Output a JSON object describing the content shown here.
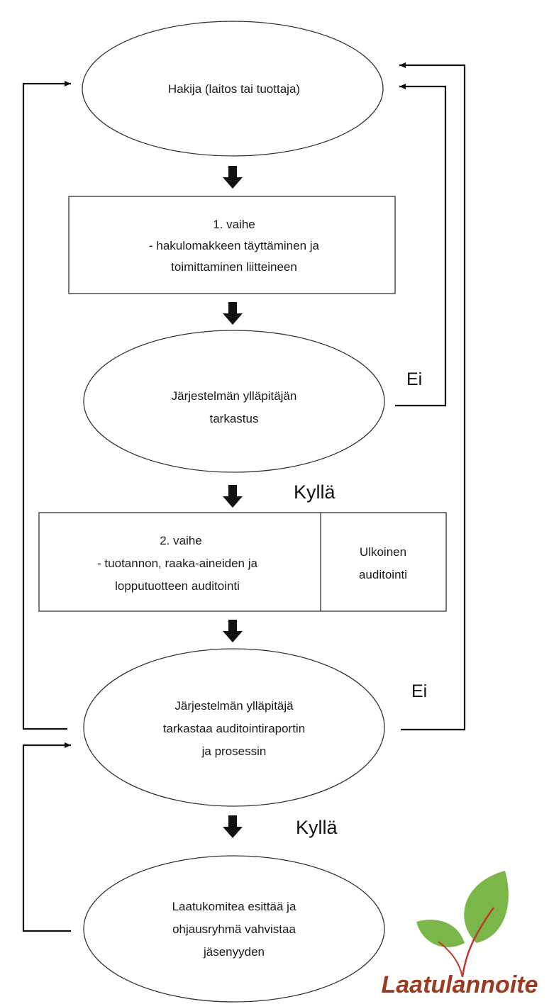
{
  "nodes": {
    "hakija": {
      "text": "Hakija (laitos tai tuottaja)"
    },
    "step1": {
      "lines": [
        "1.  vaihe",
        "-    hakulomakkeen täyttäminen ja",
        "toimittaminen liitteineen"
      ]
    },
    "tarkastus": {
      "lines": [
        "Järjestelmän ylläpitäjän",
        "tarkastus"
      ]
    },
    "step2": {
      "lines": [
        "2. vaihe",
        "-    tuotannon, raaka-aineiden ja",
        "lopputuotteen auditointi"
      ]
    },
    "ulkoinen": {
      "lines": [
        "Ulkoinen",
        "auditointi"
      ]
    },
    "raportti": {
      "lines": [
        "Järjestelmän ylläpitäjä",
        "tarkastaa auditointiraportin",
        "ja prosessin"
      ]
    },
    "laatukomitea": {
      "lines": [
        "Laatukomitea esittää ja",
        "ohjausryhmä vahvistaa",
        "jäsenyyden"
      ]
    }
  },
  "labels": {
    "ei_1": "Ei",
    "kylla_1": "Kyllä",
    "ei_2": "Ei",
    "kylla_2": "Kyllä"
  },
  "logo": {
    "text": "Laatulannoite",
    "leaf_color": "#7ab648",
    "text_color": "#9b3b22",
    "stem_color": "#c0392b"
  }
}
